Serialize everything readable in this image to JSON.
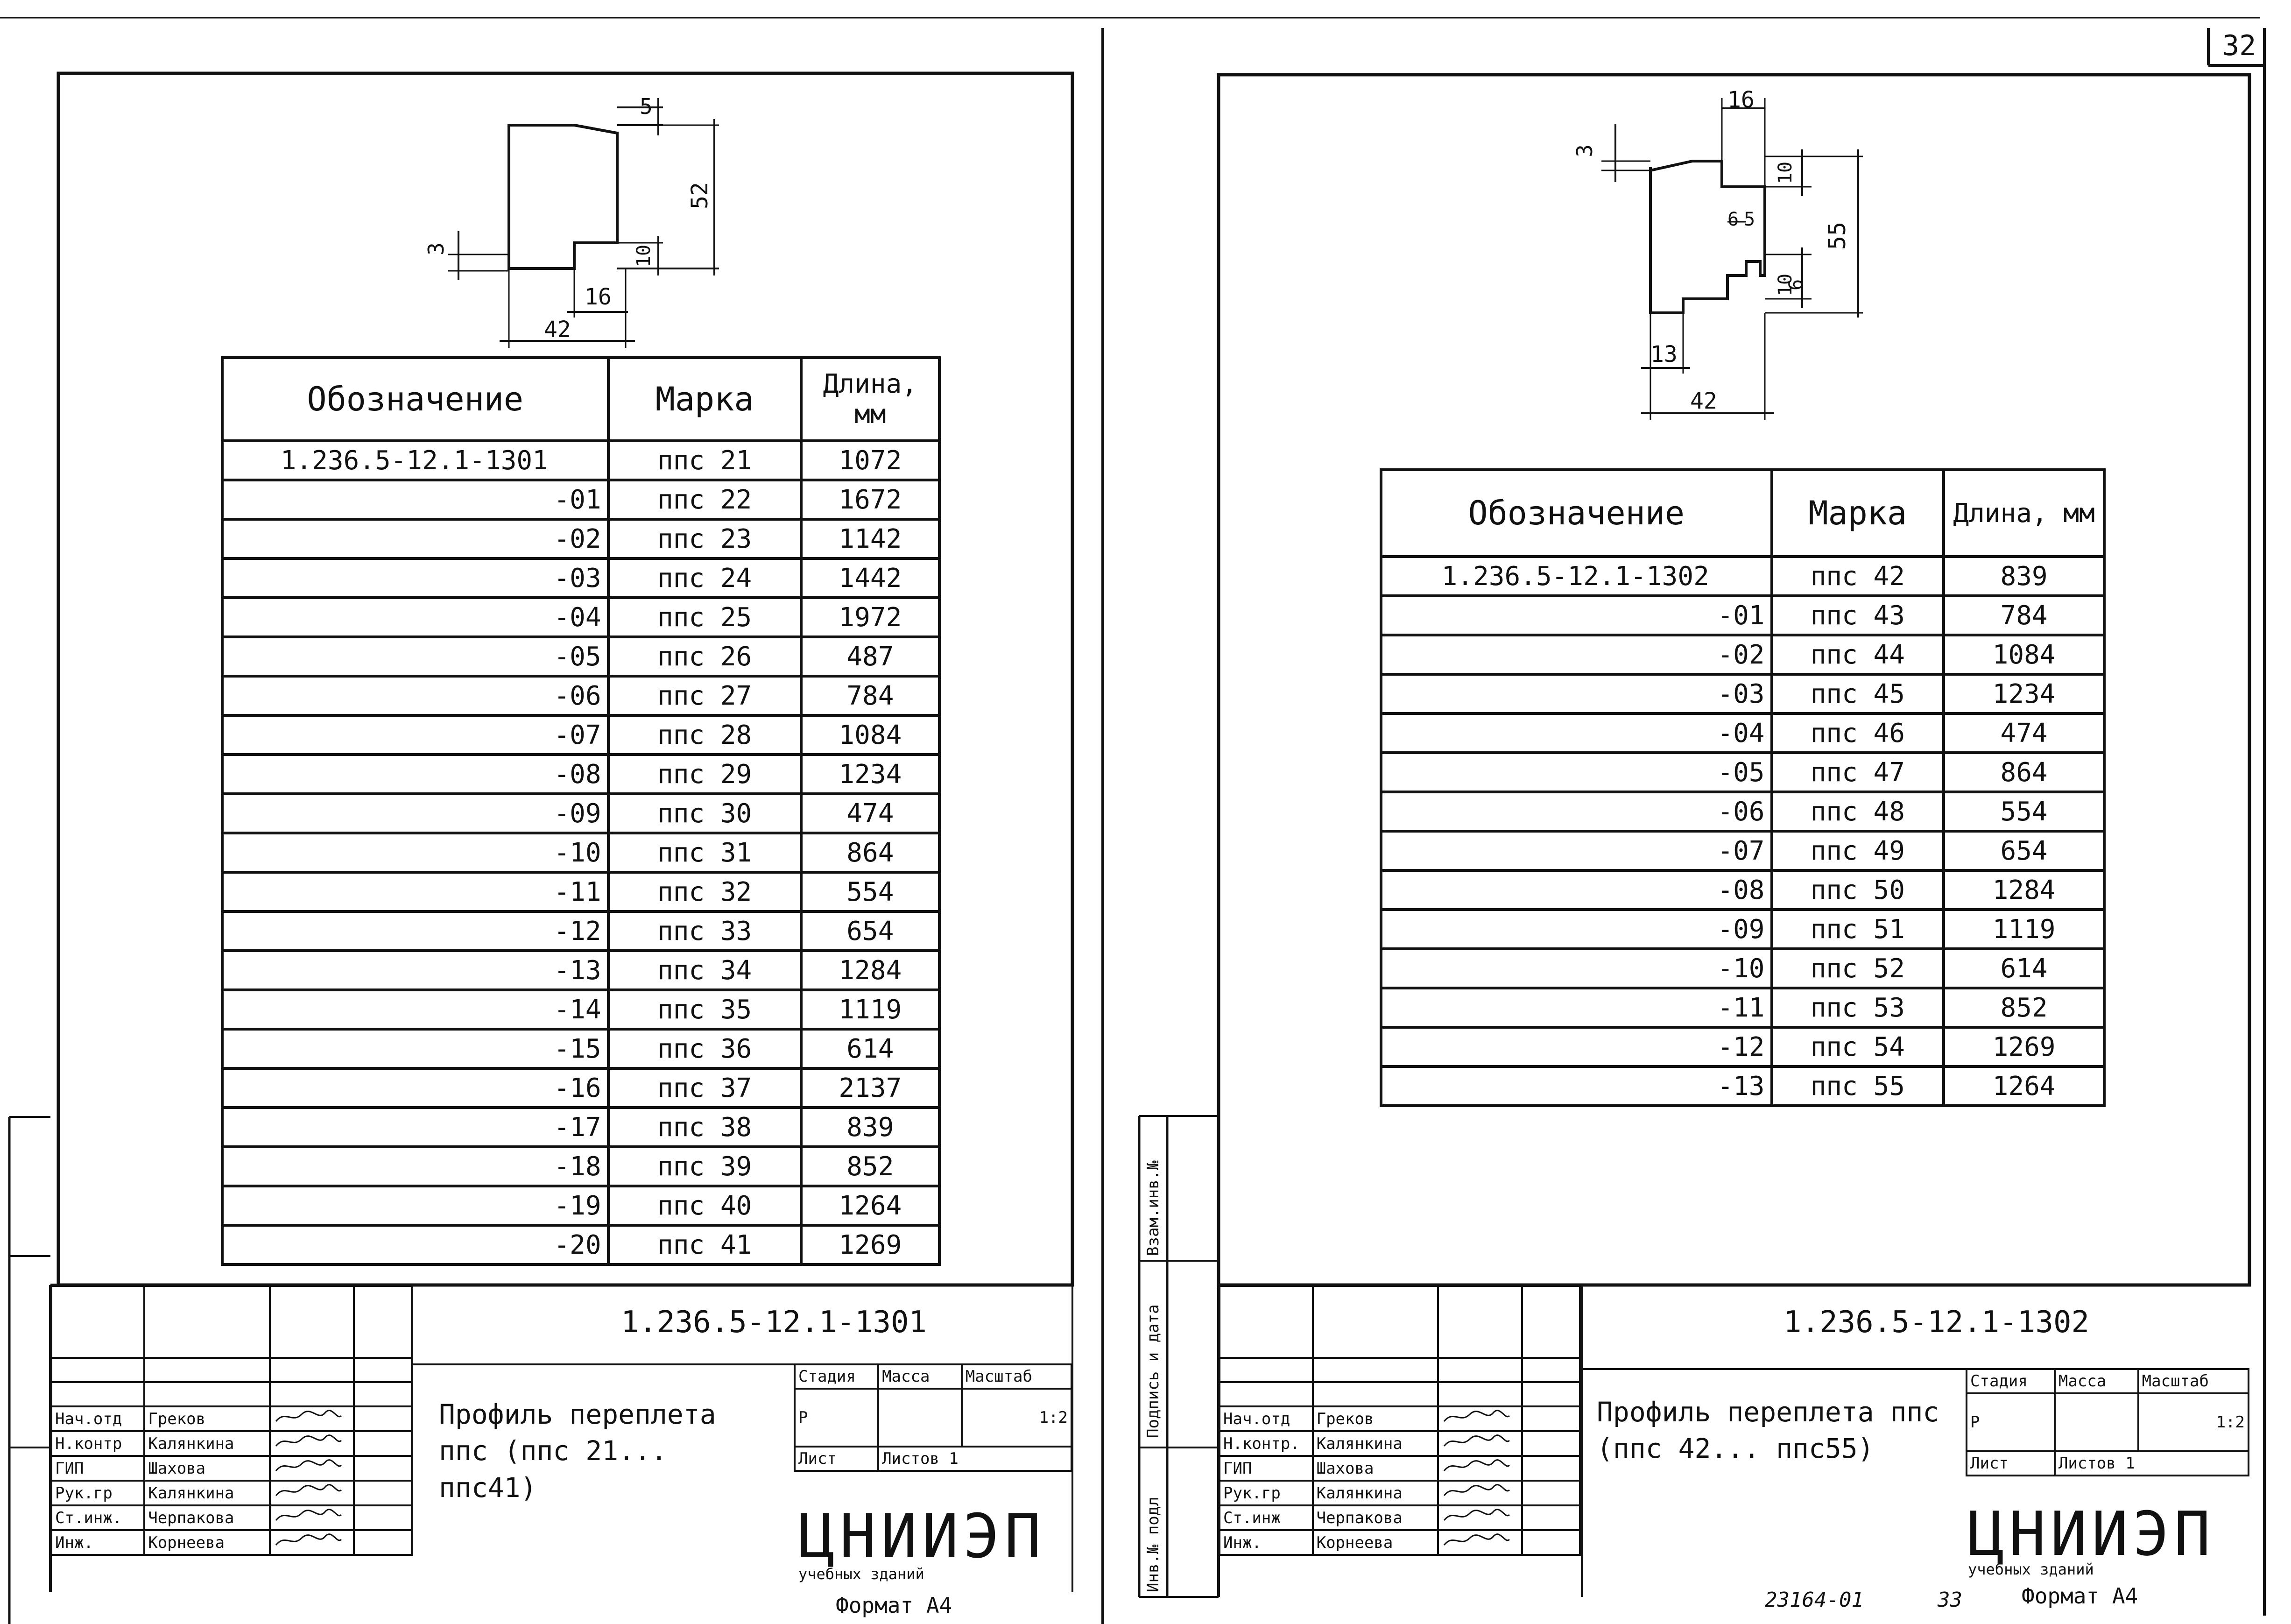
{
  "page_number": "32",
  "sheet_bottom_note": "23164-01",
  "sheet_bottom_page": "33",
  "left_sheet": {
    "dimensions": {
      "top_step": "5",
      "height": "52",
      "left_step": "3",
      "slot_height": "10",
      "slot_width": "16",
      "width": "42"
    },
    "table": {
      "headers": {
        "designation": "Обозначение",
        "mark": "Марка",
        "length": "Длина, мм"
      },
      "rows": [
        {
          "d": "1.236.5-12.1-1301",
          "m": "ппс 21",
          "l": "1072"
        },
        {
          "d": "-01",
          "m": "ппс 22",
          "l": "1672"
        },
        {
          "d": "-02",
          "m": "ппс 23",
          "l": "1142"
        },
        {
          "d": "-03",
          "m": "ппс 24",
          "l": "1442"
        },
        {
          "d": "-04",
          "m": "ппс 25",
          "l": "1972"
        },
        {
          "d": "-05",
          "m": "ппс 26",
          "l": "487"
        },
        {
          "d": "-06",
          "m": "ппс 27",
          "l": "784"
        },
        {
          "d": "-07",
          "m": "ппс 28",
          "l": "1084"
        },
        {
          "d": "-08",
          "m": "ппс 29",
          "l": "1234"
        },
        {
          "d": "-09",
          "m": "ппс 30",
          "l": "474"
        },
        {
          "d": "-10",
          "m": "ппс 31",
          "l": "864"
        },
        {
          "d": "-11",
          "m": "ппс 32",
          "l": "554"
        },
        {
          "d": "-12",
          "m": "ппс 33",
          "l": "654"
        },
        {
          "d": "-13",
          "m": "ппс 34",
          "l": "1284"
        },
        {
          "d": "-14",
          "m": "ппс 35",
          "l": "1119"
        },
        {
          "d": "-15",
          "m": "ппс 36",
          "l": "614"
        },
        {
          "d": "-16",
          "m": "ппс 37",
          "l": "2137"
        },
        {
          "d": "-17",
          "m": "ппс 38",
          "l": "839"
        },
        {
          "d": "-18",
          "m": "ппс 39",
          "l": "852"
        },
        {
          "d": "-19",
          "m": "ппс 40",
          "l": "1264"
        },
        {
          "d": "-20",
          "m": "ппс 41",
          "l": "1269"
        }
      ]
    },
    "stamp": {
      "code": "1.236.5-12.1-1301",
      "title": "Профиль переплета ппс (ппс 21... ппс41)",
      "stage_label": "Стадия",
      "mass_label": "Масса",
      "scale_label": "Масштаб",
      "stage": "Р",
      "scale": "1:2",
      "sheet_label": "Лист",
      "sheets_label": "Листов 1",
      "org": "ЦНИИЭП",
      "org_sub": "учебных зданий",
      "format": "Формат А4",
      "people": [
        {
          "role": "Нач.отд",
          "name": "Греков"
        },
        {
          "role": "Н.контр",
          "name": "Калянкина"
        },
        {
          "role": "ГИП",
          "name": "Шахова"
        },
        {
          "role": "Рук.гр",
          "name": "Калянкина"
        },
        {
          "role": "Ст.инж.",
          "name": "Черпакова"
        },
        {
          "role": "Инж.",
          "name": "Корнеева"
        }
      ]
    }
  },
  "right_sheet": {
    "dimensions": {
      "top_width": "16",
      "left_step": "3",
      "slot_top": "10",
      "height": "55",
      "small_w1": "6",
      "small_w2": "5",
      "slot_bottom": "10",
      "slot_bottom2": "6",
      "foot": "13",
      "width": "42"
    },
    "table": {
      "headers": {
        "designation": "Обозначение",
        "mark": "Марка",
        "length": "Длина, мм"
      },
      "rows": [
        {
          "d": "1.236.5-12.1-1302",
          "m": "ппс 42",
          "l": "839"
        },
        {
          "d": "-01",
          "m": "ппс 43",
          "l": "784"
        },
        {
          "d": "-02",
          "m": "ппс 44",
          "l": "1084"
        },
        {
          "d": "-03",
          "m": "ппс 45",
          "l": "1234"
        },
        {
          "d": "-04",
          "m": "ппс 46",
          "l": "474"
        },
        {
          "d": "-05",
          "m": "ппс 47",
          "l": "864"
        },
        {
          "d": "-06",
          "m": "ппс 48",
          "l": "554"
        },
        {
          "d": "-07",
          "m": "ппс 49",
          "l": "654"
        },
        {
          "d": "-08",
          "m": "ппс 50",
          "l": "1284"
        },
        {
          "d": "-09",
          "m": "ппс 51",
          "l": "1119"
        },
        {
          "d": "-10",
          "m": "ппс 52",
          "l": "614"
        },
        {
          "d": "-11",
          "m": "ппс 53",
          "l": "852"
        },
        {
          "d": "-12",
          "m": "ппс 54",
          "l": "1269"
        },
        {
          "d": "-13",
          "m": "ппс 55",
          "l": "1264"
        }
      ]
    },
    "side_labels": [
      "Инв.№ подл",
      "Подпись и дата",
      "Взам.инв.№"
    ],
    "stamp": {
      "code": "1.236.5-12.1-1302",
      "title": "Профиль переплета ппс (ппс 42... ппс55)",
      "stage_label": "Стадия",
      "mass_label": "Масса",
      "scale_label": "Масштаб",
      "stage": "Р",
      "scale": "1:2",
      "sheet_label": "Лист",
      "sheets_label": "Листов 1",
      "org": "ЦНИИЭП",
      "org_sub": "учебных зданий",
      "format": "Формат А4",
      "people": [
        {
          "role": "Нач.отд",
          "name": "Греков"
        },
        {
          "role": "Н.контр.",
          "name": "Калянкина"
        },
        {
          "role": "ГИП",
          "name": "Шахова"
        },
        {
          "role": "Рук.гр",
          "name": "Калянкина"
        },
        {
          "role": "Ст.инж",
          "name": "Черпакова"
        },
        {
          "role": "Инж.",
          "name": "Корнеева"
        }
      ]
    }
  }
}
